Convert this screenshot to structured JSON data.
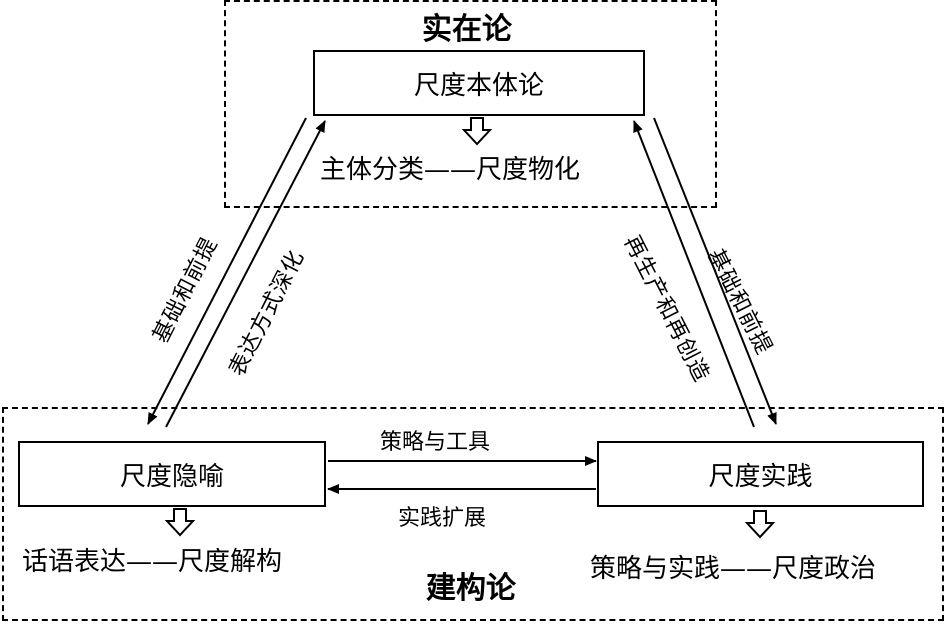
{
  "top": {
    "title": "实在论",
    "box": "尺度本体论",
    "result": "主体分类——尺度物化"
  },
  "bottom": {
    "title": "建构论"
  },
  "left": {
    "box": "尺度隐喻",
    "result": "话语表达——尺度解构"
  },
  "right": {
    "box": "尺度实践",
    "result": "策略与实践——尺度政治"
  },
  "edges": {
    "left_down": "基础和前提",
    "left_up": "表达方式深化",
    "right_up": "再生产和再创造",
    "right_down": "基础和前提",
    "middle_right": "策略与工具",
    "middle_left": "实践扩展"
  }
}
